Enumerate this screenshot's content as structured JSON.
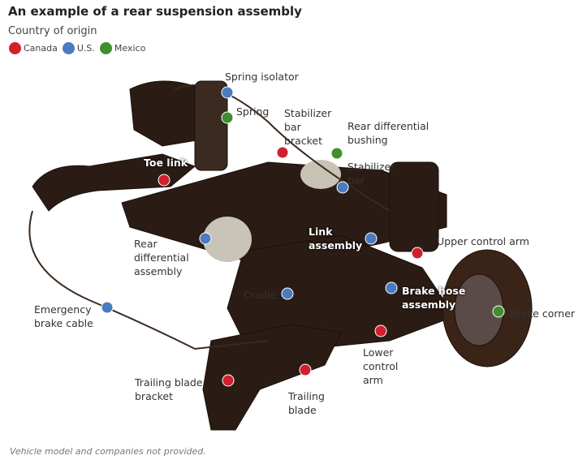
{
  "title": "An example of a rear suspension assembly",
  "legend": {
    "title": "Country of origin",
    "items": [
      {
        "label": "Canada",
        "color": "#d0202e"
      },
      {
        "label": "U.S.",
        "color": "#4a7bc0"
      },
      {
        "label": "Mexico",
        "color": "#3f8f2c"
      }
    ]
  },
  "parts": [
    {
      "label": "Spring isolator",
      "country": "U.S."
    },
    {
      "label": "Spring",
      "country": "Mexico"
    },
    {
      "label": "Stabilizer\nbar\nbracket",
      "country": "Canada"
    },
    {
      "label": "Rear differential\nbushing",
      "country": "Mexico"
    },
    {
      "label": "Toe link",
      "country": "Canada"
    },
    {
      "label": "Stabilizer\nbar",
      "country": "U.S."
    },
    {
      "label": "Rear\ndifferential\nassembly",
      "country": "U.S."
    },
    {
      "label": "Link\nassembly",
      "country": "U.S."
    },
    {
      "label": "Upper control arm",
      "country": "Canada"
    },
    {
      "label": "Cradle",
      "country": "U.S."
    },
    {
      "label": "Brake hose\nassembly",
      "country": "U.S."
    },
    {
      "label": "Emergency\nbrake cable",
      "country": "U.S."
    },
    {
      "label": "Brake corner",
      "country": "Mexico"
    },
    {
      "label": "Lower\ncontrol\narm",
      "country": "Canada"
    },
    {
      "label": "Trailing blade\nbracket",
      "country": "Canada"
    },
    {
      "label": "Trailing\nblade",
      "country": "Canada"
    }
  ],
  "footnote": "Vehicle model and companies not provided."
}
